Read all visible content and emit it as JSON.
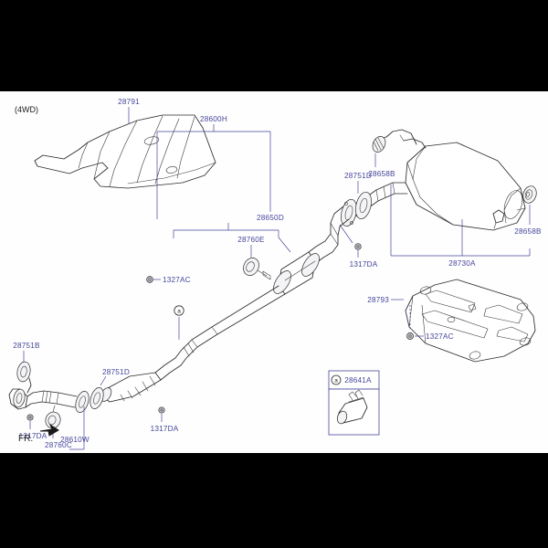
{
  "meta": {
    "drive_note": "(4WD)",
    "front_marker": "FR.",
    "label_color": "#45459b",
    "line_color": "#2b2b2b",
    "sheet_background": "#fefefe",
    "letterbox_color": "#000000"
  },
  "labels": {
    "heat_shield_upper": "28791",
    "bolt_upper_shield": "1327AC",
    "center_assembly": "28600H",
    "center_muffler": "28650D",
    "hanger_rubber_center": "28760E",
    "gasket_center": "28751D",
    "nut_center": "1317DA",
    "hanger_rubber_muffler_front": "28658B",
    "hanger_rubber_muffler_rear": "28658B",
    "main_muffler": "28730A",
    "heat_shield_lower": "28793",
    "bolt_lower_shield": "1327AC",
    "gasket_front": "28751B",
    "nut_front": "1317DA",
    "hanger_rubber_front": "28760C",
    "front_pipe": "28610W",
    "gasket_front_pipe_rear": "28751D",
    "nut_front_pipe_rear": "1317DA",
    "inset_marker": "a",
    "inset_part": "28641A",
    "callout_marker": "a"
  },
  "parts_list": [
    {
      "number": "28791",
      "name": "heat-shield-upper"
    },
    {
      "number": "1327AC",
      "name": "bolt"
    },
    {
      "number": "28600H",
      "name": "center-exhaust-assembly"
    },
    {
      "number": "28650D",
      "name": "center-muffler"
    },
    {
      "number": "28760E",
      "name": "hanger-rubber"
    },
    {
      "number": "28751D",
      "name": "gasket"
    },
    {
      "number": "1317DA",
      "name": "nut"
    },
    {
      "number": "28658B",
      "name": "hanger-rubber"
    },
    {
      "number": "28730A",
      "name": "main-muffler"
    },
    {
      "number": "28793",
      "name": "heat-shield-lower"
    },
    {
      "number": "28751B",
      "name": "gasket"
    },
    {
      "number": "28760C",
      "name": "hanger-rubber"
    },
    {
      "number": "28610W",
      "name": "front-pipe"
    },
    {
      "number": "28641A",
      "name": "clamp"
    }
  ]
}
